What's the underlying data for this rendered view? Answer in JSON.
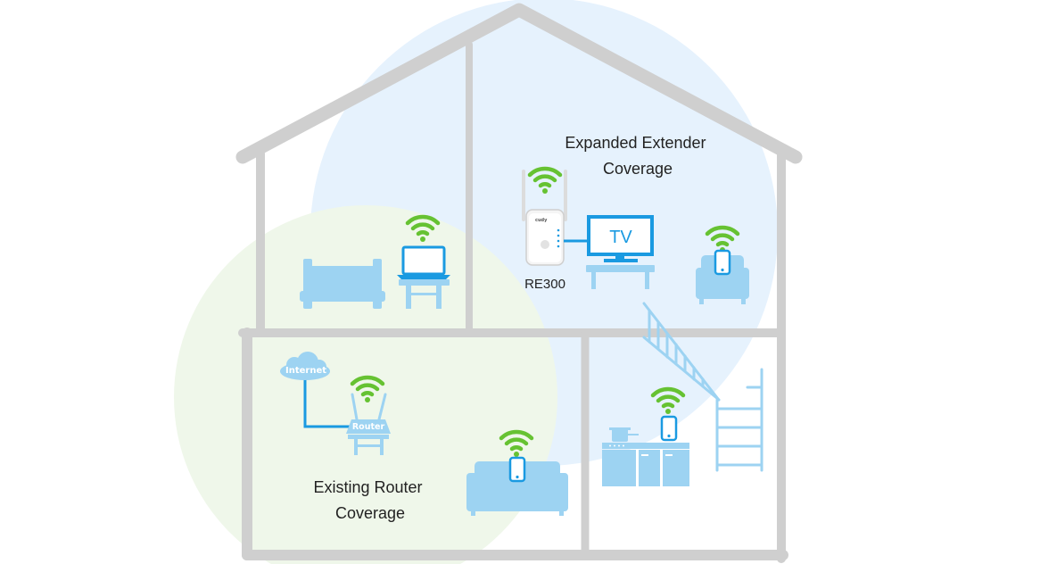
{
  "labels": {
    "extender_coverage_line1": "Expanded Extender",
    "extender_coverage_line2": "Coverage",
    "router_coverage_line1": "Existing Router",
    "router_coverage_line2": "Coverage",
    "extender_model": "RE300",
    "extender_brand": "cudy",
    "tv": "TV",
    "internet": "Internet",
    "router": "Router"
  },
  "colors": {
    "house_outline": "#cfcfcf",
    "extender_zone": "#e6f2fd",
    "router_zone": "#eff7ea",
    "device_blue": "#9dd3f2",
    "device_blue_strong": "#1a9ae1",
    "wifi_green": "#66c232"
  },
  "icons": [
    "wifi-icon",
    "bed-icon",
    "laptop-icon",
    "desk-icon",
    "extender-icon",
    "tv-icon",
    "armchair-icon",
    "phone-icon",
    "cloud-icon",
    "router-icon",
    "sofa-icon",
    "kitchen-icon",
    "stove-pot-icon",
    "staircase-icon",
    "ladder-icon"
  ]
}
